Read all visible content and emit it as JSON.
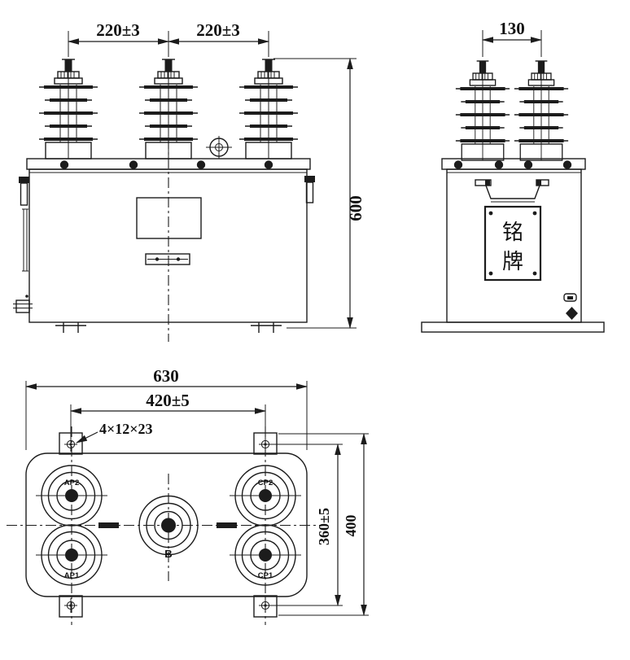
{
  "drawing": {
    "colors": {
      "line": "#1c1c1c",
      "background": "#ffffff"
    },
    "front_view": {
      "dim_bushing_pitch_left": "220±3",
      "dim_bushing_pitch_right": "220±3",
      "dim_total_height": "600"
    },
    "side_view": {
      "dim_bushing_pitch": "130",
      "nameplate": {
        "char_top": "铭",
        "char_bottom": "牌"
      }
    },
    "bottom_view": {
      "dim_base_width": "630",
      "dim_mounting_span_x": "420±5",
      "mounting_slot_spec": "4×12×23",
      "dim_mounting_span_y": "360±5",
      "dim_base_depth": "400",
      "terminal_labels": {
        "top_left": "AP2",
        "bottom_left": "AP1",
        "top_right": "CP2",
        "bottom_right": "CP1",
        "center": "B"
      }
    }
  }
}
